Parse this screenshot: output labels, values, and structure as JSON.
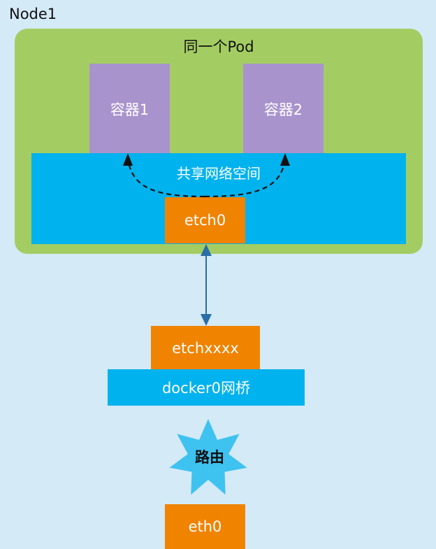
{
  "node": {
    "label": "Node1"
  },
  "pod": {
    "label": "同一个Pod",
    "containers": [
      {
        "label": "容器1"
      },
      {
        "label": "容器2"
      }
    ],
    "network_namespace": {
      "label": "共享网络空间"
    },
    "interface": {
      "label": "etch0"
    }
  },
  "host": {
    "veth": {
      "label": "etchxxxx"
    },
    "bridge": {
      "label": "docker0网桥"
    },
    "router": {
      "label": "路由"
    },
    "nic": {
      "label": "eth0"
    }
  },
  "colors": {
    "background": "#d4eaf6",
    "pod": "#a3cd62",
    "container": "#a993cd",
    "network": "#00b2ed",
    "interface": "#f08300",
    "link_arrow": "#2a6ea8",
    "router_star": "#3ec2f0"
  }
}
